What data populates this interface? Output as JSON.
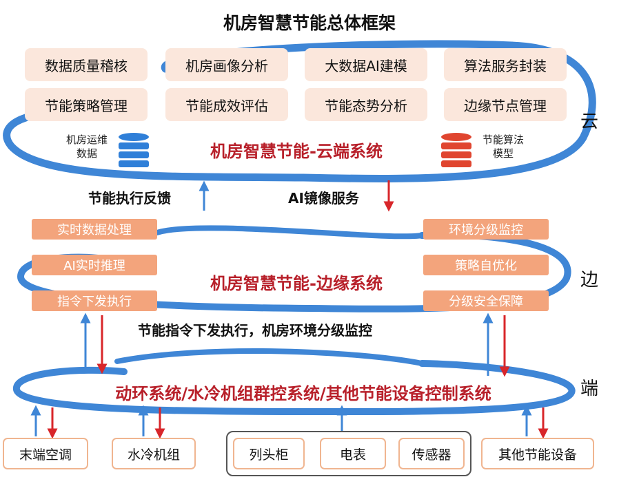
{
  "title": "机房智慧节能总体框架",
  "tiers": {
    "cloud": "云",
    "edge": "边",
    "end": "端"
  },
  "cloud": {
    "system_title": "机房智慧节能-云端系统",
    "modules": [
      "数据质量稽核",
      "机房画像分析",
      "大数据AI建模",
      "算法服务封装",
      "节能策略管理",
      "节能成效评估",
      "节能态势分析",
      "边缘节点管理"
    ],
    "db_left": [
      "机房运维",
      "数据"
    ],
    "db_right": [
      "节能算法",
      "模型"
    ]
  },
  "flows": {
    "up_feedback": "节能执行反馈",
    "down_service": "AI镜像服务",
    "edge_to_end": "节能指令下发执行，机房环境分级监控"
  },
  "edge": {
    "system_title": "机房智慧节能-边缘系统",
    "left_modules": [
      "实时数据处理",
      "AI实时推理",
      "指令下发执行"
    ],
    "right_modules": [
      "环境分级监控",
      "策略自优化",
      "分级安全保障"
    ]
  },
  "end": {
    "system_title": "动环系统/水冷机组群控系统/其他节能设备控制系统"
  },
  "devices": {
    "left": [
      "末端空调",
      "水冷机组"
    ],
    "group": [
      "列头柜",
      "电表",
      "传感器"
    ],
    "right": [
      "其他节能设备"
    ]
  },
  "colors": {
    "ring": "#3f86d6",
    "accent": "#b8202a",
    "edge_box": "#f3a47c",
    "cloud_box": "#fbe7dc",
    "db_blue": "#2f7fd8",
    "db_red": "#e0452f"
  }
}
